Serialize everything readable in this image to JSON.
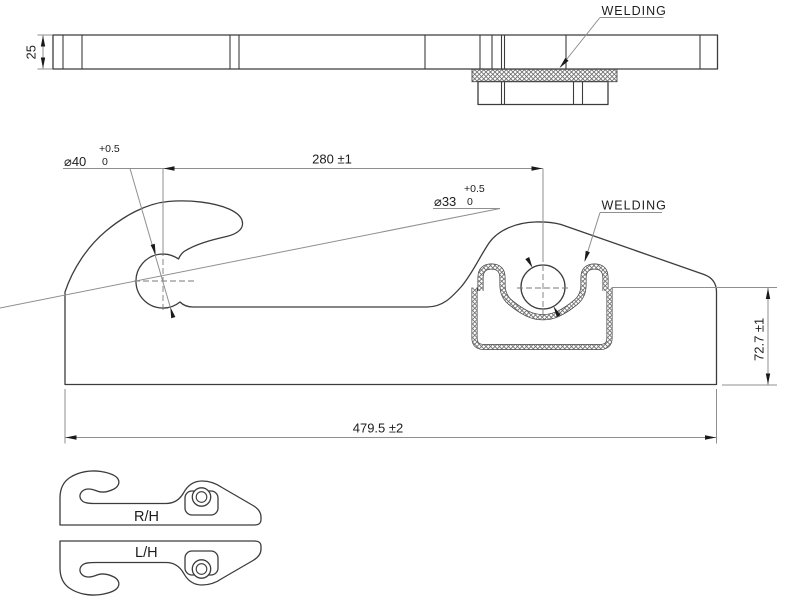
{
  "top": {
    "thickness": "25",
    "welding": "WELDING"
  },
  "main": {
    "hook_dia": "⌀40",
    "hook_tol_plus": "+0.5",
    "hook_tol_zero": "0",
    "hole_dia": "⌀33",
    "hole_tol_plus": "+0.5",
    "hole_tol_zero": "0",
    "pitch": "280 ±1",
    "welding": "WELDING",
    "height": "72.7 ±1",
    "length": "479.5 ±2"
  },
  "variants": {
    "right": "R/H",
    "left": "L/H"
  },
  "colors": {
    "outline": "#3c3c3c",
    "thin_line": "#8f8f8f",
    "text": "#1d1d1d",
    "background": "#ffffff"
  }
}
